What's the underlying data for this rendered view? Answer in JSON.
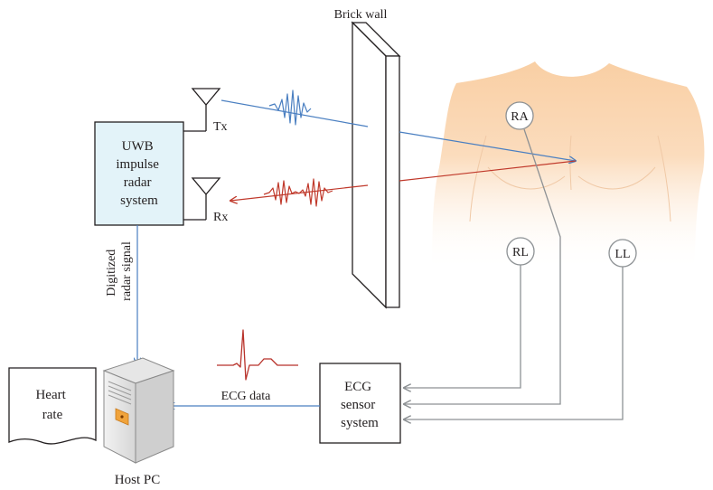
{
  "labels": {
    "wall": "Brick wall",
    "tx": "Tx",
    "rx": "Rx",
    "radar_system": [
      "UWB",
      "impulse",
      "radar",
      "system"
    ],
    "digitized_signal": [
      "Digitized",
      "radar signal"
    ],
    "ecg_data": "ECG data",
    "ecg_sensor": [
      "ECG",
      "sensor",
      "system"
    ],
    "heart_rate": [
      "Heart",
      "rate"
    ],
    "host_pc": "Host PC",
    "electrode_ra": "RA",
    "electrode_rl": "RL",
    "electrode_ll": "LL"
  },
  "colors": {
    "tx_signal": "#4a7fc1",
    "rx_signal": "#c0392b",
    "ecg_wave": "#b8322a",
    "radar_box_fill": "#e3f3f9",
    "wire": "#8d9194",
    "body_skin": "#f9cfa4"
  }
}
